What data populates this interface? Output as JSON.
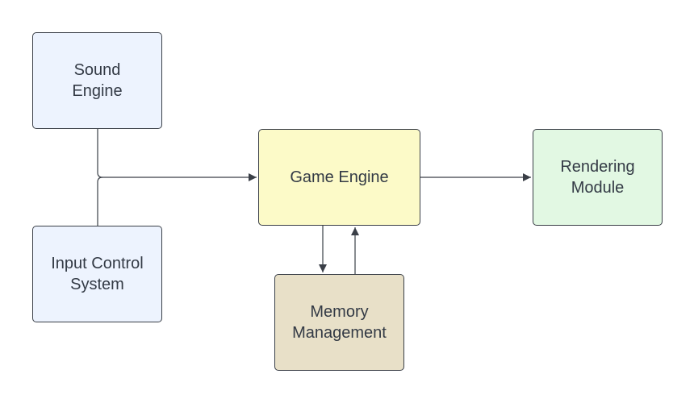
{
  "diagram": {
    "nodes": {
      "sound_engine": {
        "label": "Sound\nEngine",
        "color": "#edf3fe"
      },
      "input_control": {
        "label": "Input Control\nSystem",
        "color": "#edf3fe"
      },
      "game_engine": {
        "label": "Game Engine",
        "color": "#fcfac8"
      },
      "memory_management": {
        "label": "Memory\nManagement",
        "color": "#e8e0c8"
      },
      "rendering_module": {
        "label": "Rendering\nModule",
        "color": "#e2f8e3"
      }
    },
    "edges": [
      {
        "from": "Sound Engine",
        "to": "Game Engine"
      },
      {
        "from": "Input Control System",
        "to": "Game Engine"
      },
      {
        "from": "Game Engine",
        "to": "Rendering Module"
      },
      {
        "from": "Game Engine",
        "to": "Memory Management"
      },
      {
        "from": "Memory Management",
        "to": "Game Engine"
      }
    ],
    "line_color": "#3a3f47"
  }
}
